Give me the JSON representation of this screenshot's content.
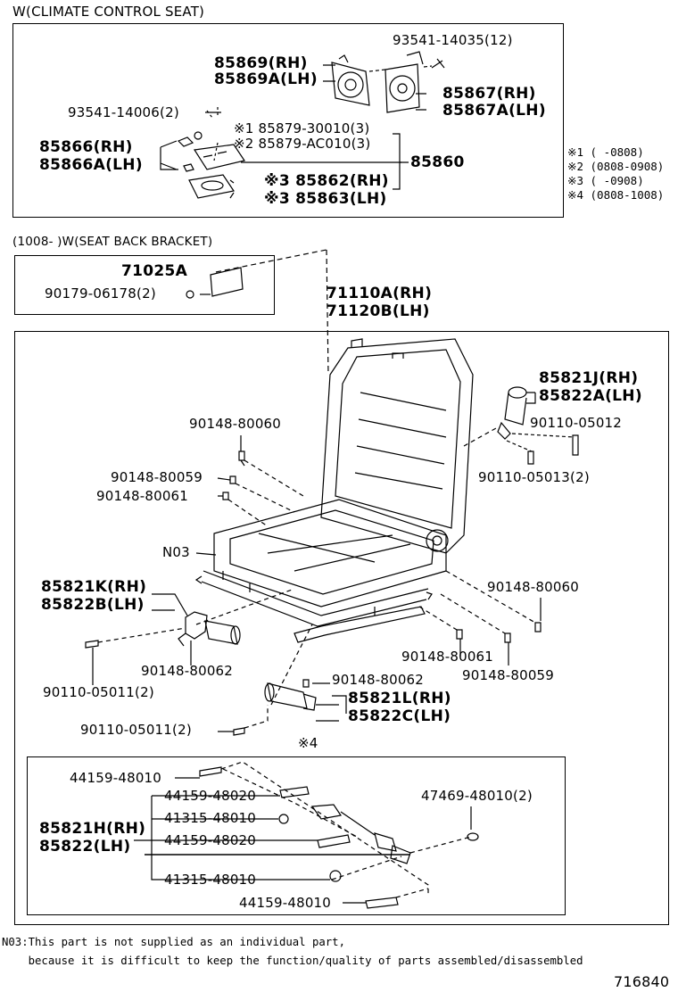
{
  "climate": {
    "heading": "W(CLIMATE CONTROL SEAT)",
    "p1": "93541-14035(12)",
    "p2a": "85869(RH)",
    "p2b": "85869A(LH)",
    "p3a": "85867(RH)",
    "p3b": "85867A(LH)",
    "p4": "93541-14006(2)",
    "p5": "※1 85879-30010(3)",
    "p6": "※2 85879-AC010(3)",
    "p7a": "85866(RH)",
    "p7b": "85866A(LH)",
    "p8": "85860",
    "p9": "※3 85862(RH)",
    "p10": "※3 85863(LH)"
  },
  "legend": [
    {
      "mark": "※1",
      "range": "(    -0808)"
    },
    {
      "mark": "※2",
      "range": "(0808-0908)"
    },
    {
      "mark": "※3",
      "range": "(    -0908)"
    },
    {
      "mark": "※4",
      "range": "(0808-1008)"
    }
  ],
  "bracket": {
    "heading": "(1008-    )W(SEAT BACK BRACKET)",
    "p1": "71025A",
    "p2": "90179-06178(2)"
  },
  "main": {
    "frame_a": "71110A(RH)",
    "frame_b": "71120B(LH)",
    "m1a": "85821J(RH)",
    "m1b": "85822A(LH)",
    "b1": "90110-05012",
    "b2": "90110-05013(2)",
    "s1": "90148-80060",
    "s2": "90148-80059",
    "s3": "90148-80061",
    "n03": "N03",
    "m2a": "85821K(RH)",
    "m2b": "85822B(LH)",
    "s4": "90148-80060",
    "s5": "90148-80062",
    "b3": "90110-05011(2)",
    "s6": "90148-80061",
    "s7": "90148-80059",
    "s8": "90148-80062",
    "m3a": "85821L(RH)",
    "m3b": "85822C(LH)",
    "b4": "90110-05011(2)"
  },
  "slide": {
    "mark": "※4",
    "q1": "44159-48010",
    "q2": "44159-48020",
    "q3": "41315-48010",
    "q4": "44159-48020",
    "q5": "41315-48010",
    "q6": "44159-48010",
    "q7": "47469-48010(2)",
    "m4a": "85821H(RH)",
    "m4b": "85822(LH)"
  },
  "footnote": {
    "line1": "N03:This part is not supplied as an individual part,",
    "line2": "    because it is difficult to keep the function/quality of parts assembled/disassembled"
  },
  "diagram_id": "716840"
}
